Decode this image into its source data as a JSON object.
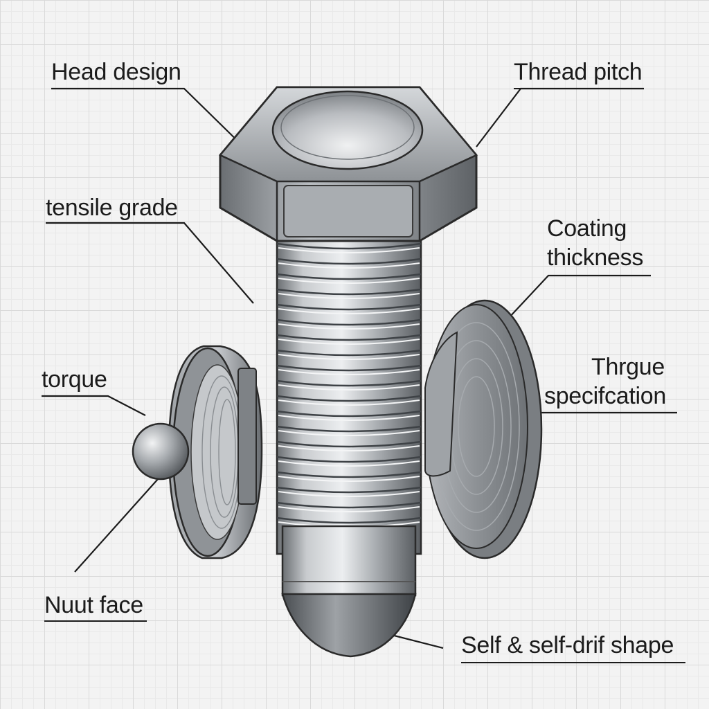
{
  "labels": {
    "head_design": "Head design",
    "thread_pitch": "Thread pitch",
    "tensile_grade": "tensile grade",
    "coating_line1": "Coating",
    "coating_line2": "thickness",
    "torque": "torque",
    "thrgue_line1": "Thrgue",
    "thrgue_line2": "specifcation",
    "nut_face": "Nuut face",
    "self_drill": "Self & self-drif shape"
  },
  "colors": {
    "ink": "#1b1b1b",
    "steel_light": "#e2e4e6",
    "steel_mid": "#a4a8ac",
    "steel_dark": "#5c6064"
  }
}
